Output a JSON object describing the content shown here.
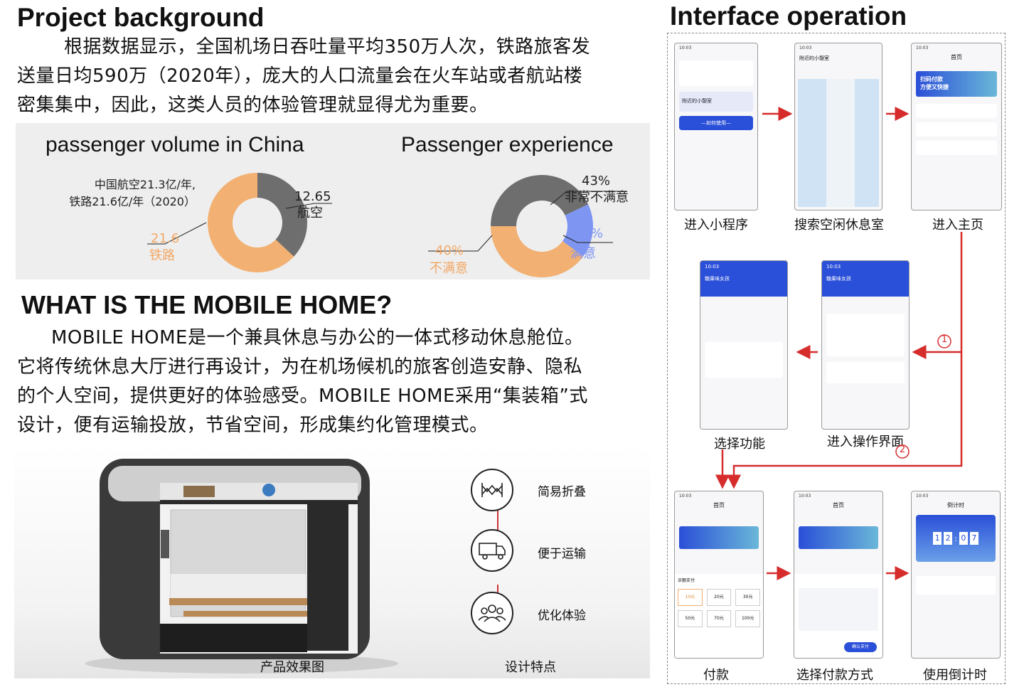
{
  "left": {
    "title": "Project background",
    "paragraph": [
      "根据数据显示，全国机场日吞吐量平均350万人次，铁路旅客发",
      "送量日均590万（2020年），庞大的人口流量会在火车站或者航站楼",
      "密集集中，因此，这类人员的体验管理就显得尤为重要。"
    ],
    "section2_title": "WHAT IS THE MOBILE HOME?",
    "paragraph2": [
      "MOBILE HOME是一个兼具休息与办公的一体式移动休息舱位。",
      "它将传统休息大厅进行再设计，为在机场候机的旅客创造安静、隐私",
      "的个人空间，提供更好的体验感受。MOBILE  HOME采用“集装箱”式",
      "设计，便有运输投放，节省空间，形成集约化管理模式。"
    ],
    "product_caption": "产品效果图",
    "features_caption": "设计特点",
    "features": [
      {
        "icon": "fold-icon",
        "label": "简易折叠"
      },
      {
        "icon": "truck-icon",
        "label": "便于运输"
      },
      {
        "icon": "people-icon",
        "label": "优化体验"
      }
    ]
  },
  "chart_data": [
    {
      "type": "pie",
      "title": "passenger volume in China",
      "annotation": [
        "中国航空21.3亿/年,",
        "铁路21.6亿/年（2020）"
      ],
      "slices": [
        {
          "name": "航空",
          "value": 12.65,
          "color": "#6e6e6e"
        },
        {
          "name": "铁路",
          "value": 21.6,
          "color": "#f2b072"
        }
      ]
    },
    {
      "type": "pie",
      "title": "Passenger experience",
      "slices": [
        {
          "name": "非常不满意",
          "value": 43,
          "label": "43%",
          "color": "#6e6e6e"
        },
        {
          "name": "满意",
          "value": 17,
          "label": "17%",
          "color": "#7e95f2"
        },
        {
          "name": "不满意",
          "value": 40,
          "label": "40%",
          "color": "#f2b072"
        }
      ]
    }
  ],
  "right": {
    "title": "Interface operation",
    "steps": [
      "进入小程序",
      "搜索空闲休息室",
      "进入主页",
      "选择功能",
      "进入操作界面",
      "付款",
      "选择付款方式",
      "使用倒计时"
    ],
    "markers": [
      "1",
      "2"
    ],
    "phone": {
      "time": "10:03",
      "home_title": "首页",
      "nearby": "附近的小憩室",
      "use_btn": "—如何使用—",
      "banner": "扫码付款\n方便又快捷",
      "countdown_title": "倒计时",
      "countdown": [
        "1",
        "2",
        "0",
        "7"
      ],
      "pay_title": "余额支付",
      "amounts": [
        "10元",
        "20元",
        "30元",
        "50元",
        "70元",
        "100元"
      ],
      "confirm": "确认支付",
      "user": "糖果味女孩"
    },
    "colors": {
      "accent": "#2a4fd8",
      "arrow": "#d62c2c",
      "orange": "#f2b072"
    }
  }
}
